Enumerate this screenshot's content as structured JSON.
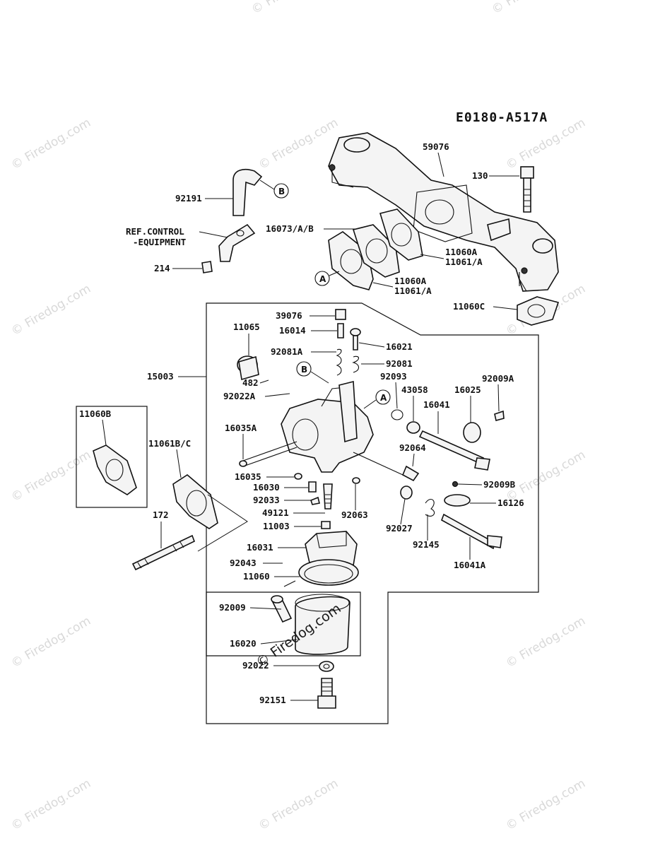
{
  "diagram_code": "E0180-A517A",
  "watermark": "© Firedog.com",
  "center_watermark": "© Firedog.com",
  "ref_note": [
    "REF.CONTROL",
    "-EQUIPMENT"
  ],
  "circle_refs": {
    "a": "A",
    "b": "B"
  },
  "parts": {
    "p59076": "59076",
    "p130": "130",
    "p92191": "92191",
    "p16073": "16073/A/B",
    "p11060a_top": "11060A",
    "p11061a_top": "11061/A",
    "p214": "214",
    "p11060a_bot": "11060A",
    "p11061a_bot": "11061/A",
    "p11060c": "11060C",
    "p39076": "39076",
    "p11065": "11065",
    "p16014": "16014",
    "p16021": "16021",
    "p92081a": "92081A",
    "p92081": "92081",
    "p15003": "15003",
    "p482": "482",
    "p92093": "92093",
    "p43058": "43058",
    "p16025": "16025",
    "p92009a": "92009A",
    "p92022a": "92022A",
    "p16041": "16041",
    "p11060b": "11060B",
    "p11061bc": "11061B/C",
    "p16035a": "16035A",
    "p92064": "92064",
    "p16035": "16035",
    "p92009b": "92009B",
    "p16030": "16030",
    "p16126": "16126",
    "p92033": "92033",
    "p92063": "92063",
    "p49121": "49121",
    "p172": "172",
    "p11003": "11003",
    "p92027": "92027",
    "p92145": "92145",
    "p16031": "16031",
    "p16041a": "16041A",
    "p92043": "92043",
    "p11060": "11060",
    "p92009": "92009",
    "p16020": "16020",
    "p92022": "92022",
    "p92151": "92151"
  }
}
